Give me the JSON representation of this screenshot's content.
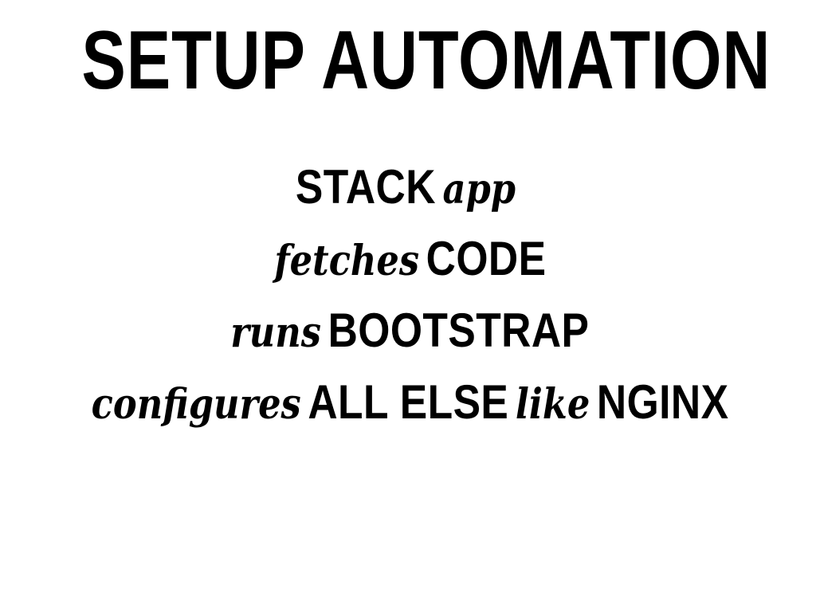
{
  "slide": {
    "title": "SETUP AUTOMATION",
    "lines": [
      [
        {
          "text": "STACK",
          "style": "bold"
        },
        {
          "text": "app",
          "style": "script"
        }
      ],
      [
        {
          "text": "fetches",
          "style": "script"
        },
        {
          "text": "CODE",
          "style": "bold"
        }
      ],
      [
        {
          "text": "runs",
          "style": "script"
        },
        {
          "text": "BOOTSTRAP",
          "style": "bold"
        }
      ],
      [
        {
          "text": "configures",
          "style": "script"
        },
        {
          "text": "ALL ELSE",
          "style": "bold"
        },
        {
          "text": "like",
          "style": "script"
        },
        {
          "text": "NGINX",
          "style": "bold"
        }
      ]
    ]
  }
}
